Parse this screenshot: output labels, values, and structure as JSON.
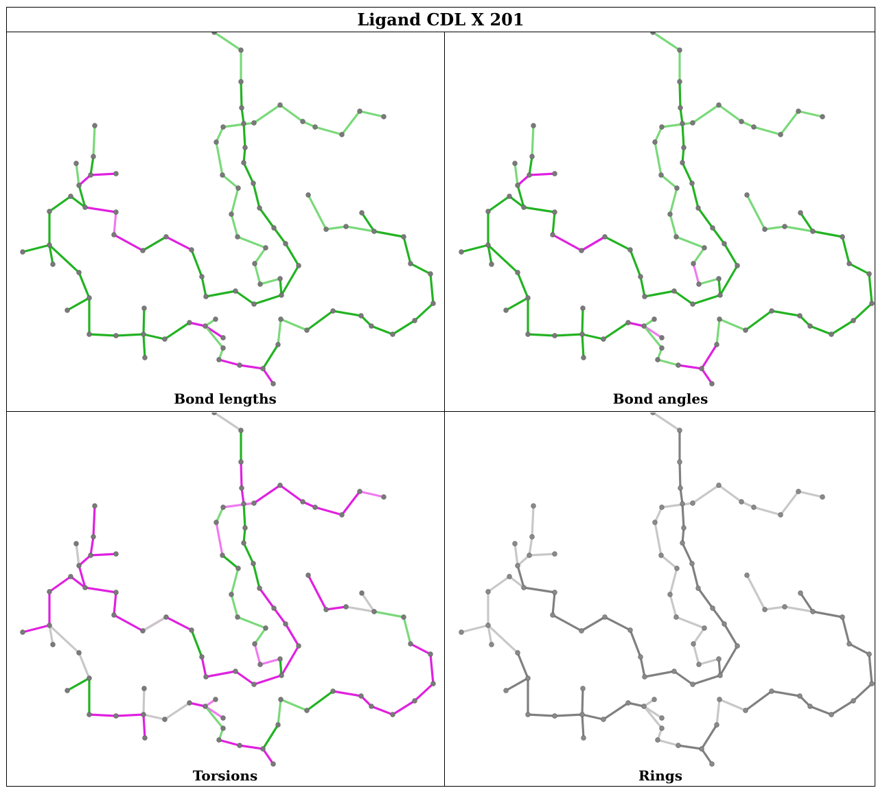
{
  "title": "Ligand CDL X 201",
  "panels": [
    {
      "id": "bond-lengths",
      "caption": "Bond lengths",
      "scheme": "lengths"
    },
    {
      "id": "bond-angles",
      "caption": "Bond angles",
      "scheme": "angles"
    },
    {
      "id": "torsions",
      "caption": "Torsions",
      "scheme": "torsions"
    },
    {
      "id": "rings",
      "caption": "Rings",
      "scheme": "rings"
    }
  ],
  "colors": {
    "dark_green": "#22b322",
    "light_green": "#7ad97a",
    "magenta": "#e020e0",
    "light_magenta": "#f07af0",
    "dark_gray": "#808080",
    "light_gray": "#c8c8c8",
    "atom": "#7a7a7a"
  }
}
